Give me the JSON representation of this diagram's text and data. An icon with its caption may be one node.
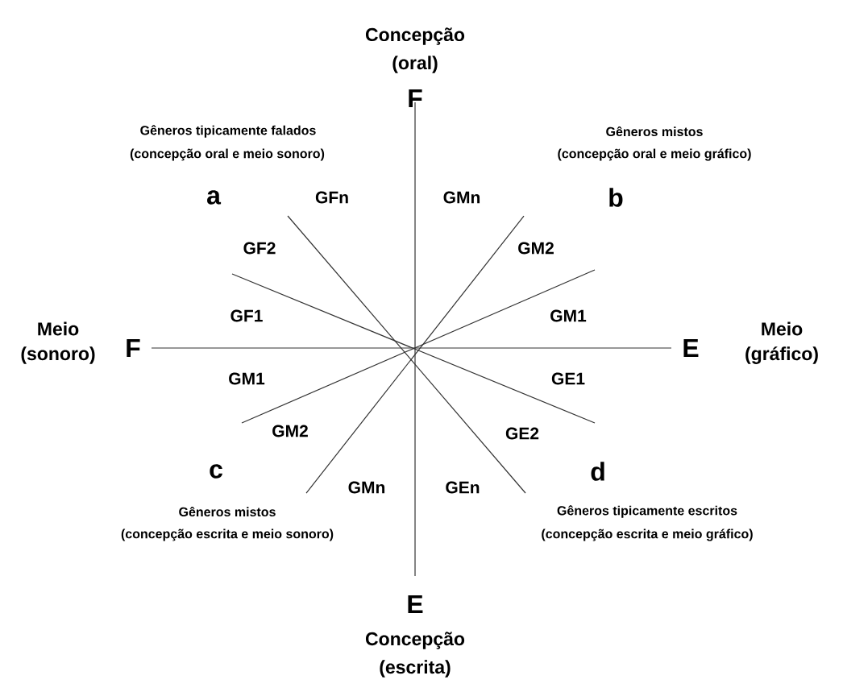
{
  "diagram": {
    "labels": [
      "Concepção",
      "(oral)",
      "F",
      "Gêneros tipicamente falados",
      "(concepção oral e meio sonoro)",
      "Gêneros mistos",
      "(concepção oral e meio gráfico)",
      "a",
      "GFn",
      "GMn",
      "b",
      "GF2",
      "GM2",
      "Meio",
      "(sonoro)",
      "GF1",
      "GM1",
      "F",
      "E",
      "Meio",
      "(gráfico)",
      "GM1",
      "GE1",
      "GM2",
      "GE2",
      "c",
      "d",
      "GMn",
      "GEn",
      "Gêneros mistos",
      "(concepção escrita e meio sonoro)",
      "Gêneros tipicamente escritos",
      "(concepção escrita e meio gráfico)",
      "E",
      "Concepção",
      "(escrita)"
    ]
  }
}
